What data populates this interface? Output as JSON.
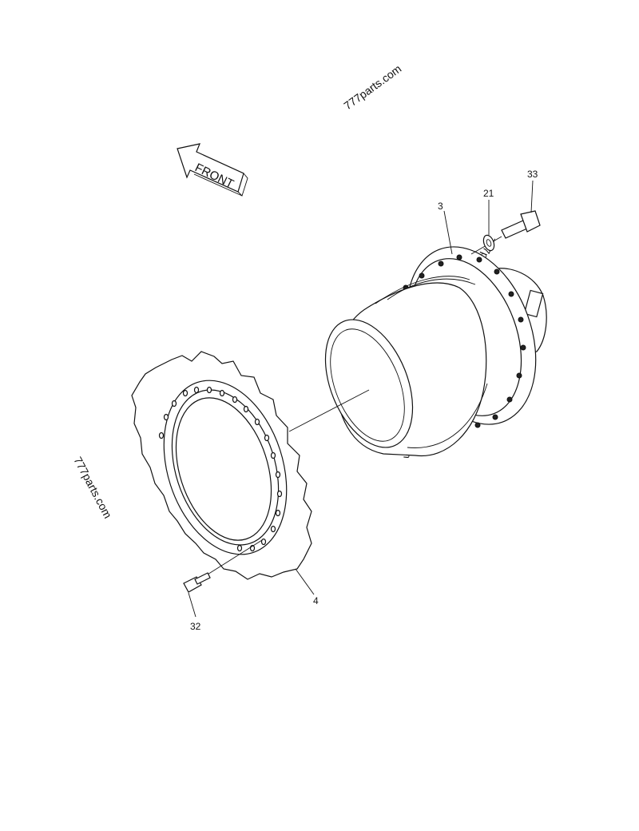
{
  "watermark": "777parts.com",
  "direction_label": "FRONT",
  "callouts": {
    "c3": "3",
    "c4": "4",
    "c21": "21",
    "c32": "32",
    "c33": "33"
  }
}
